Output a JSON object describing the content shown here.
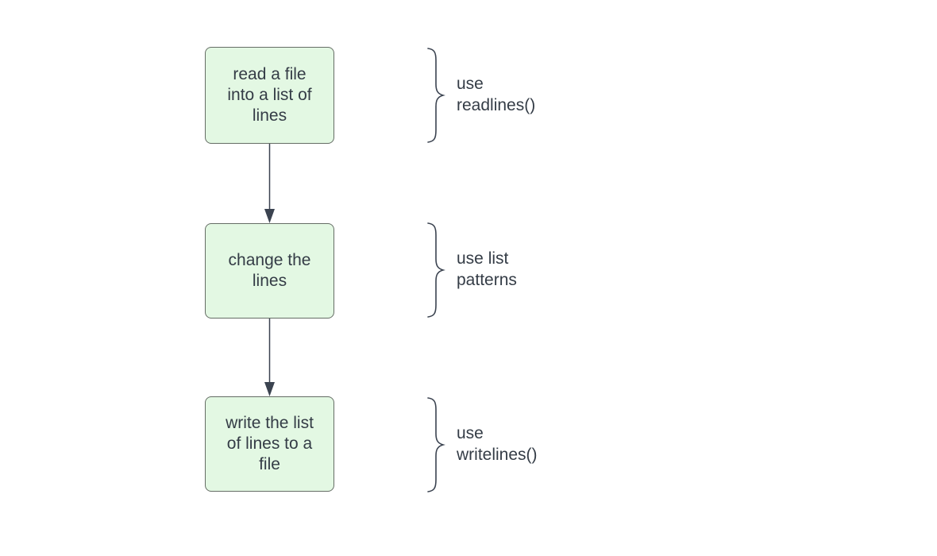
{
  "colors": {
    "canvas-bg": "#ffffff",
    "node-fill": "#e3f8e3",
    "node-border": "#656d65",
    "text": "#343c46",
    "connector": "#3b4350"
  },
  "diagram": {
    "steps": [
      {
        "node": "read a file into a list of lines",
        "annotation": "use readlines()"
      },
      {
        "node": "change the lines",
        "annotation": "use list patterns"
      },
      {
        "node": "write the list of lines to a file",
        "annotation": "use writelines()"
      }
    ]
  }
}
